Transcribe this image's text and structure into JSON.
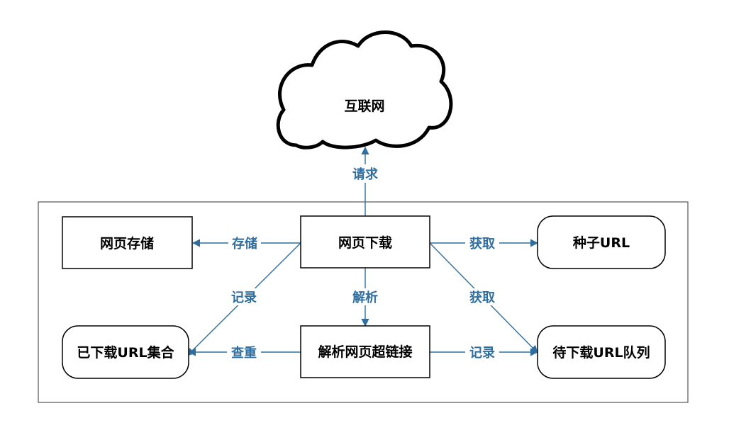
{
  "colors": {
    "edge": "#2F6E9E",
    "edge_label": "#2F6E9E",
    "node_stroke": "#000000",
    "frame": "#555555"
  },
  "nodes": {
    "internet": "互联网",
    "download": "网页下载",
    "storage": "网页存储",
    "seed": "种子URL",
    "parse": "解析网页超链接",
    "downloaded_set": "已下载URL集合",
    "queue": "待下载URL队列"
  },
  "edges": {
    "request": "请求",
    "store": "存储",
    "fetch_seed": "获取",
    "record_set": "记录",
    "parse": "解析",
    "fetch_queue": "获取",
    "dedupe": "查重",
    "record_queue": "记录"
  }
}
